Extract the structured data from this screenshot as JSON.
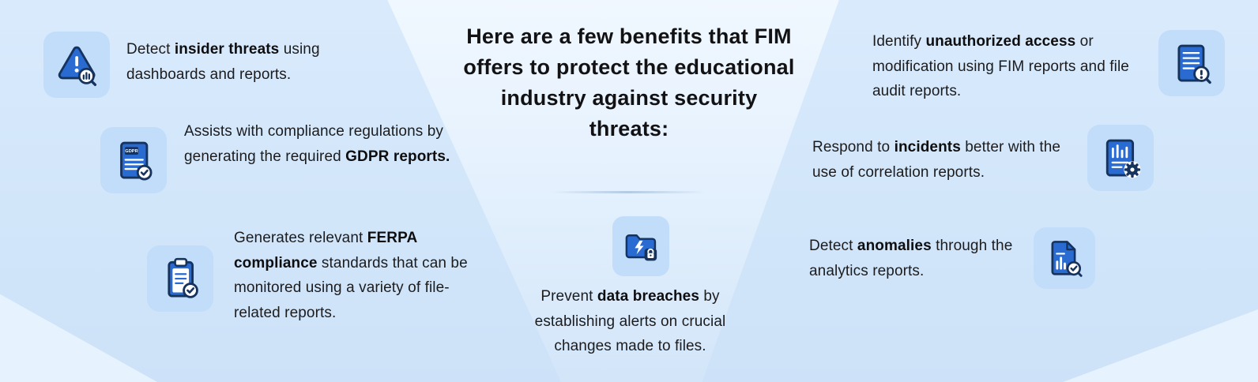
{
  "page": {
    "background": "#d9eafc",
    "tile_color": "#c2ddf9",
    "accent_blue": "#2a6bd2",
    "outline_navy": "#16335e",
    "text_color": "#1c1c1e"
  },
  "heading": {
    "text": "Here are a few benefits that FIM offers to protect the educational industry against security threats:"
  },
  "icons": {
    "gdpr_label": "GDPR",
    "names": [
      "insider-threat-alert-icon",
      "gdpr-report-icon",
      "ferpa-clipboard-icon",
      "folder-lock-icon",
      "file-audit-search-icon",
      "correlation-report-gear-icon",
      "analytics-report-icon"
    ]
  },
  "left_items": [
    {
      "icon": "insider-threat-alert-icon",
      "segments": [
        {
          "t": "Detect "
        },
        {
          "t": "insider threats",
          "b": true
        },
        {
          "t": " using dashboards and reports."
        }
      ]
    },
    {
      "icon": "gdpr-report-icon",
      "segments": [
        {
          "t": "Assists with compliance regulations by generating the required "
        },
        {
          "t": "GDPR reports.",
          "b": true
        }
      ]
    },
    {
      "icon": "ferpa-clipboard-icon",
      "segments": [
        {
          "t": "Generates relevant "
        },
        {
          "t": "FERPA compliance",
          "b": true
        },
        {
          "t": " standards that can be monitored using a variety of file-related reports."
        }
      ]
    }
  ],
  "center_item": {
    "icon": "folder-lock-icon",
    "segments": [
      {
        "t": "Prevent "
      },
      {
        "t": "data breaches",
        "b": true
      },
      {
        "t": " by establishing alerts on crucial changes made to files."
      }
    ]
  },
  "right_items": [
    {
      "icon": "file-audit-search-icon",
      "segments": [
        {
          "t": "Identify "
        },
        {
          "t": "unauthorized access",
          "b": true
        },
        {
          "t": " or modification using FIM reports and file audit reports."
        }
      ]
    },
    {
      "icon": "correlation-report-gear-icon",
      "segments": [
        {
          "t": "Respond to "
        },
        {
          "t": "incidents",
          "b": true
        },
        {
          "t": " better with the use of correlation reports."
        }
      ]
    },
    {
      "icon": "analytics-report-icon",
      "segments": [
        {
          "t": "Detect "
        },
        {
          "t": "anomalies",
          "b": true
        },
        {
          "t": " through the analytics reports."
        }
      ]
    }
  ]
}
